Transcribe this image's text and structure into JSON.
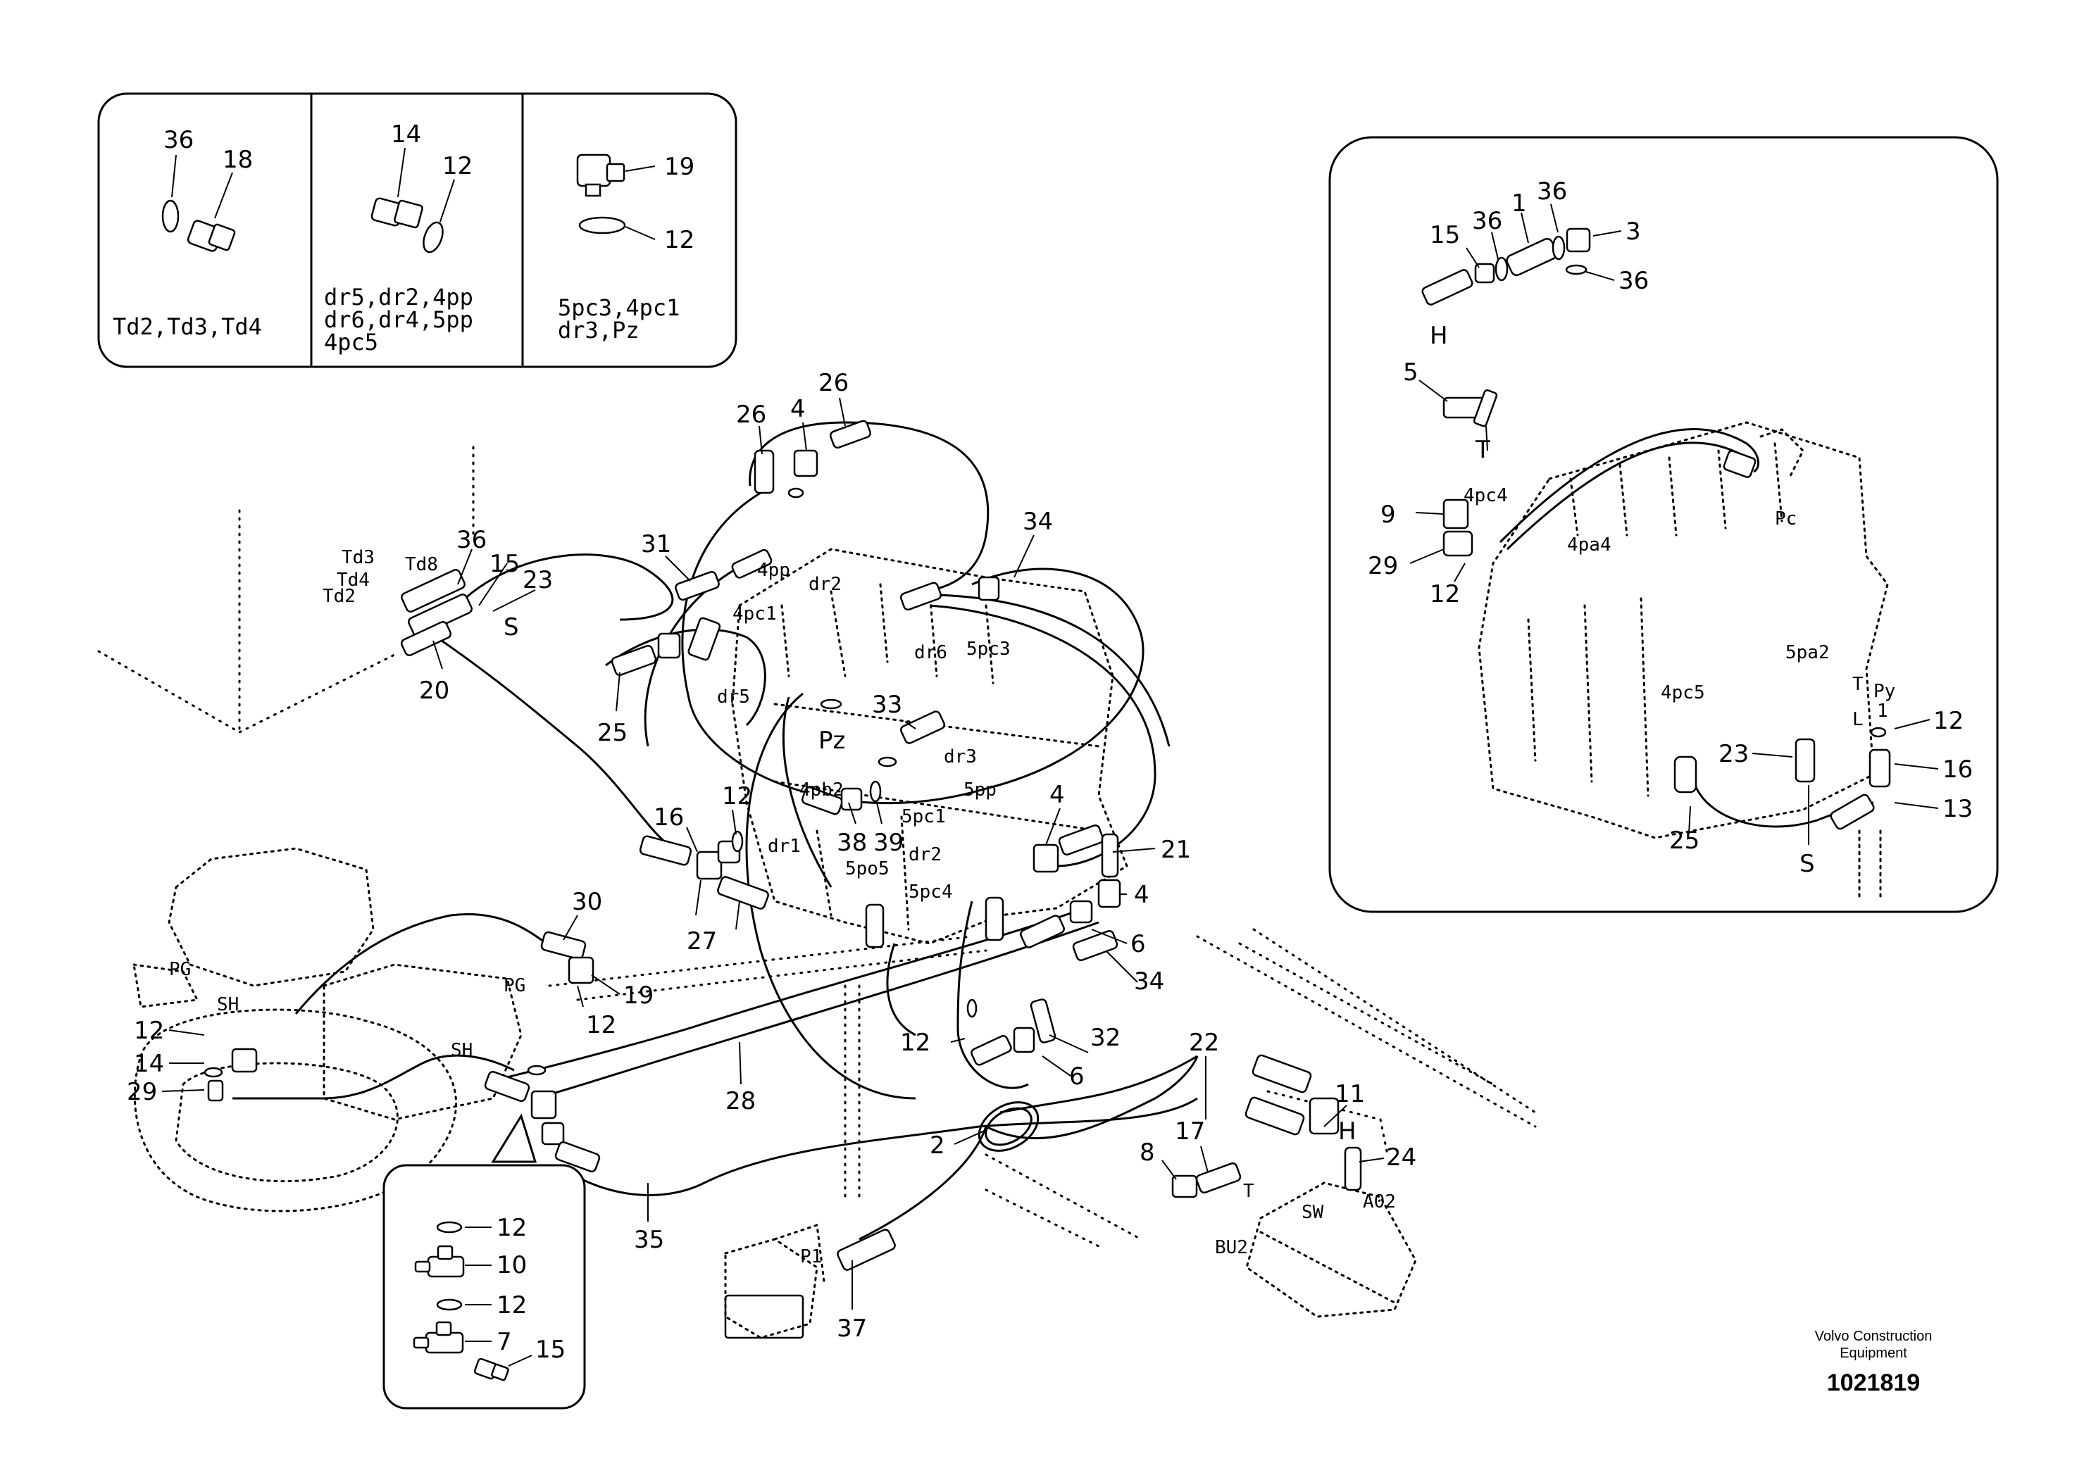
{
  "inset_panels": {
    "panel1": {
      "callouts": [
        "36",
        "18"
      ],
      "caption": "Td2,Td3,Td4"
    },
    "panel2": {
      "callouts": [
        "14",
        "12"
      ],
      "caption_lines": [
        "dr5,dr2,4pp",
        "dr6,dr4,5pp",
        "4pc5"
      ]
    },
    "panel3": {
      "callouts": [
        "19",
        "12"
      ],
      "caption_lines": [
        "5pc3,4pc1",
        "dr3,Pz"
      ]
    }
  },
  "detail_inset": {
    "callouts": [
      "15",
      "36",
      "1",
      "36",
      "3",
      "36",
      "5",
      "9",
      "29",
      "12",
      "23",
      "25",
      "12",
      "16",
      "13"
    ],
    "port_labels": [
      "H",
      "T",
      "4pc4",
      "4pa4",
      "Pc",
      "5pa2",
      "Py",
      "T",
      "L",
      "1",
      "4pc5",
      "S"
    ]
  },
  "bottom_inset": {
    "callouts": [
      "12",
      "10",
      "12",
      "7",
      "15"
    ]
  },
  "main_callouts": [
    "26",
    "4",
    "26",
    "34",
    "31",
    "36",
    "15",
    "23",
    "20",
    "25",
    "33",
    "12",
    "16",
    "38",
    "39",
    "21",
    "4",
    "4",
    "27",
    "6",
    "34",
    "30",
    "19",
    "12",
    "12",
    "14",
    "29",
    "28",
    "22",
    "11",
    "32",
    "12",
    "6",
    "2",
    "17",
    "8",
    "24",
    "35",
    "37"
  ],
  "port_labels": [
    "Td3",
    "Td8",
    "Td4",
    "Td2",
    "S",
    "4pp",
    "dr2",
    "4pc1",
    "dr6",
    "5pc3",
    "dr5",
    "Pz",
    "dr3",
    "5pp",
    "4pb2",
    "dr1",
    "5pc1",
    "dr2",
    "5po5",
    "5pc4",
    "PG",
    "SH",
    "PG",
    "SH",
    "H",
    "T",
    "SW",
    "A02",
    "BU2",
    "P1"
  ],
  "footer": {
    "brand_line1": "Volvo Construction",
    "brand_line2": "Equipment",
    "document_id": "1021819"
  }
}
